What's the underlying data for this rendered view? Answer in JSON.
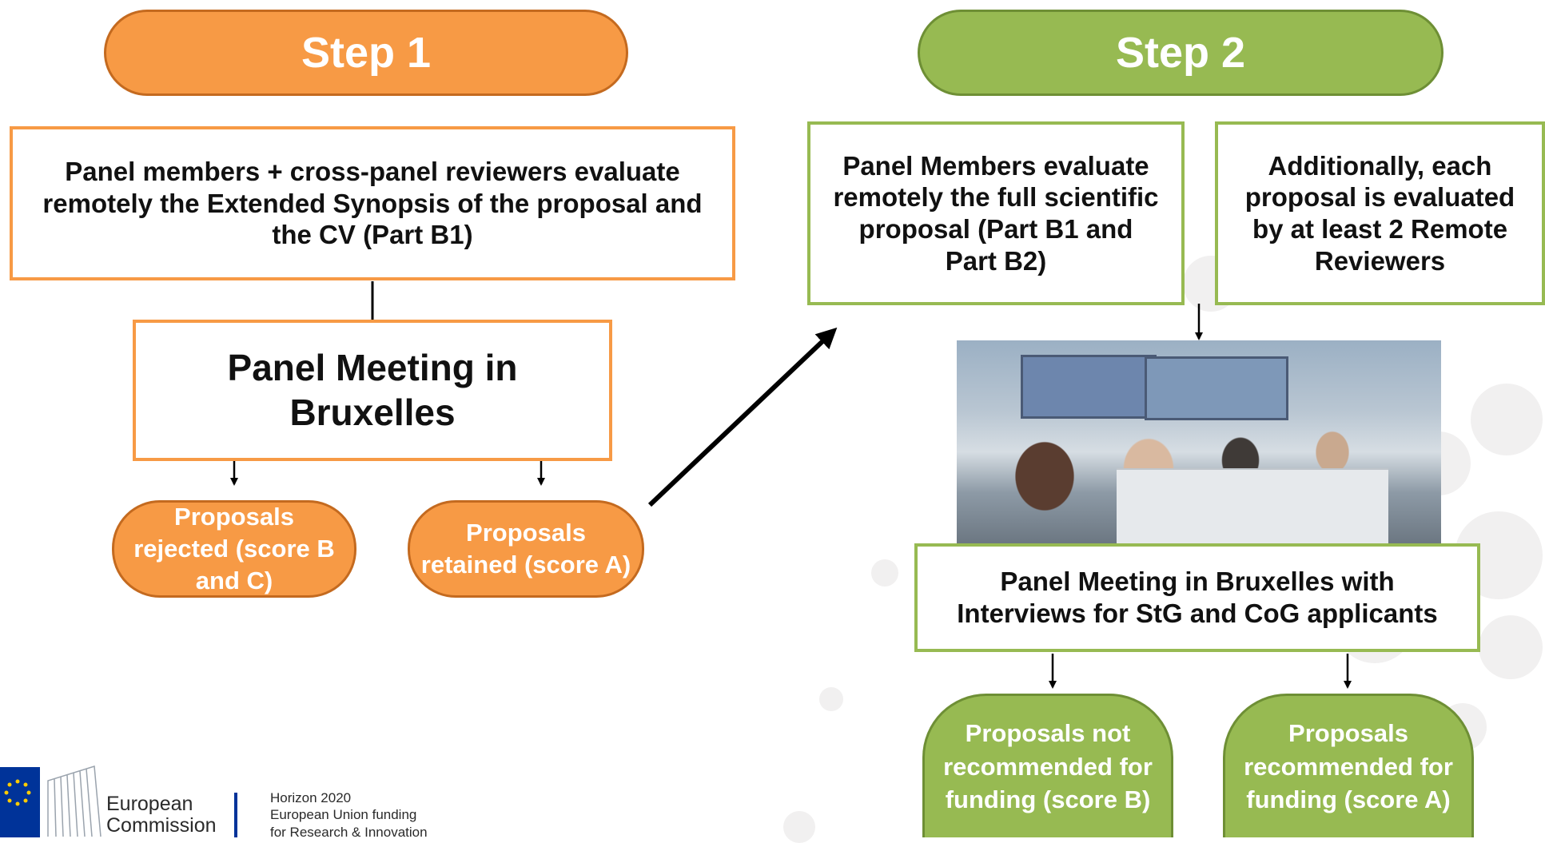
{
  "step1": {
    "header": "Step 1",
    "evaluation_box": "Panel members + cross-panel reviewers evaluate remotely the Extended Synopsis of the proposal and the CV (Part B1)",
    "meeting_box": "Panel Meeting in Bruxelles",
    "outcome_rejected": "Proposals rejected (score B and C)",
    "outcome_retained": "Proposals retained (score A)"
  },
  "step2": {
    "header": "Step 2",
    "evaluation_box": "Panel Members evaluate remotely the full scientific proposal (Part B1 and Part B2)",
    "remote_box": "Additionally, each proposal is evaluated by at least 2 Remote Reviewers",
    "meeting_box": "Panel Meeting in Bruxelles with Interviews for StG and CoG applicants",
    "outcome_not_recommended": "Proposals not recommended for funding (score B)",
    "outcome_recommended": "Proposals recommended for funding (score A)"
  },
  "footer": {
    "org_line1": "European",
    "org_line2": "Commission",
    "program_line1": "Horizon 2020",
    "program_line2": "European Union funding",
    "program_line3": "for Research & Innovation"
  },
  "colors": {
    "step1_orange": "#f79a45",
    "step2_green": "#97ba52",
    "eu_blue": "#003399",
    "eu_star_yellow": "#ffcc00"
  }
}
